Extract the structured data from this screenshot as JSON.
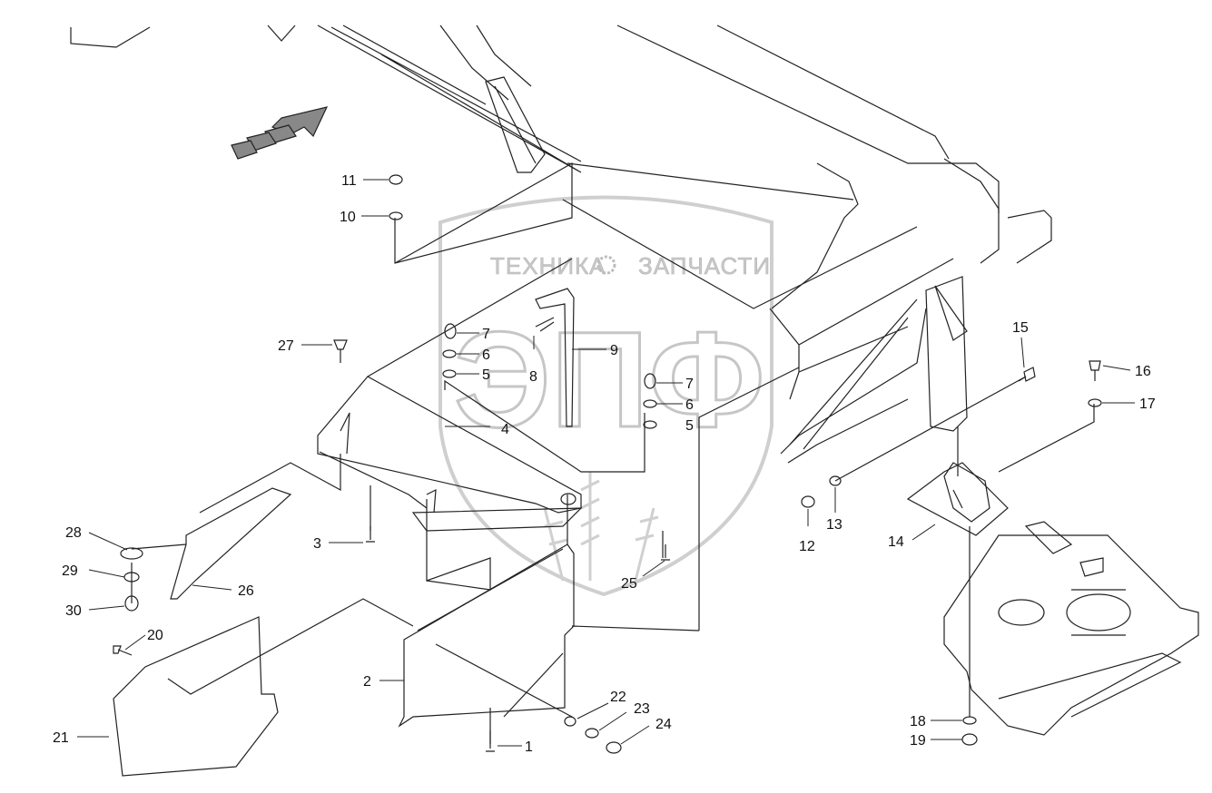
{
  "watermark": {
    "top_text_left": "ТЕХНИКА",
    "top_text_right": "ЗАПЧАСТИ",
    "big_text": "ЭПФ"
  },
  "callouts": [
    {
      "id": "1",
      "text": "1"
    },
    {
      "id": "2",
      "text": "2"
    },
    {
      "id": "3",
      "text": "3"
    },
    {
      "id": "4",
      "text": "4"
    },
    {
      "id": "5a",
      "text": "5"
    },
    {
      "id": "5b",
      "text": "5"
    },
    {
      "id": "6a",
      "text": "6"
    },
    {
      "id": "6b",
      "text": "6"
    },
    {
      "id": "7a",
      "text": "7"
    },
    {
      "id": "7b",
      "text": "7"
    },
    {
      "id": "8",
      "text": "8"
    },
    {
      "id": "9",
      "text": "9"
    },
    {
      "id": "10",
      "text": "10"
    },
    {
      "id": "11",
      "text": "11"
    },
    {
      "id": "12",
      "text": "12"
    },
    {
      "id": "13",
      "text": "13"
    },
    {
      "id": "14",
      "text": "14"
    },
    {
      "id": "15",
      "text": "15"
    },
    {
      "id": "16",
      "text": "16"
    },
    {
      "id": "17",
      "text": "17"
    },
    {
      "id": "18",
      "text": "18"
    },
    {
      "id": "19",
      "text": "19"
    },
    {
      "id": "20",
      "text": "20"
    },
    {
      "id": "21",
      "text": "21"
    },
    {
      "id": "22",
      "text": "22"
    },
    {
      "id": "23",
      "text": "23"
    },
    {
      "id": "24",
      "text": "24"
    },
    {
      "id": "25",
      "text": "25"
    },
    {
      "id": "26",
      "text": "26"
    },
    {
      "id": "27",
      "text": "27"
    },
    {
      "id": "28",
      "text": "28"
    },
    {
      "id": "29",
      "text": "29"
    },
    {
      "id": "30",
      "text": "30"
    }
  ]
}
